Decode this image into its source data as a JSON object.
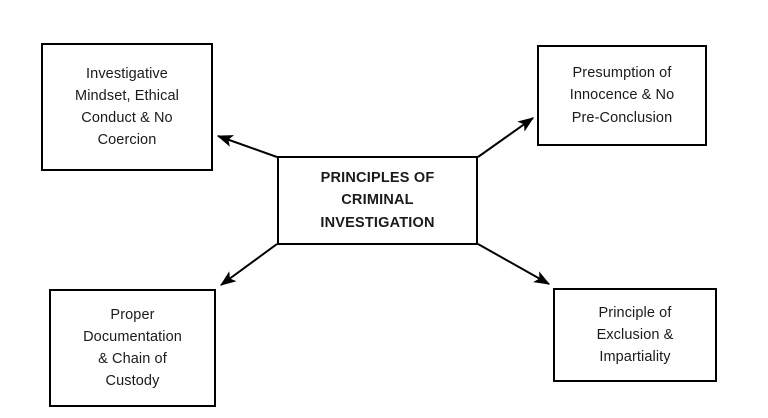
{
  "diagram": {
    "title": "PRINCIPLES OF CRIMINAL INVESTIGATION",
    "type": "radial-concept-map",
    "background_color": "#ffffff",
    "line_color": "#000000",
    "text_color": "#1a1a1a",
    "center": {
      "id": "principles-of-criminal-investigation",
      "label": "PRINCIPLES OF\nCRIMINAL\nINVESTIGATION",
      "bold": true
    },
    "nodes": [
      {
        "id": "investigative-mindset",
        "position": "top-left",
        "label": "Investigative\nMindset, Ethical\nConduct & No\nCoercion"
      },
      {
        "id": "presumption-of-innocence",
        "position": "top-right",
        "label": "Presumption of\nInnocence & No\nPre-Conclusion"
      },
      {
        "id": "proper-documentation",
        "position": "bottom-left",
        "label": "Proper\nDocumentation\n& Chain of\nCustody"
      },
      {
        "id": "principle-of-exclusion",
        "position": "bottom-right",
        "label": "Principle of\nExclusion &\nImpartiality"
      }
    ],
    "connectors": [
      {
        "id": "center-to-investigative-mindset",
        "from": "principles-of-criminal-investigation",
        "to": "investigative-mindset",
        "arrowhead": "to"
      },
      {
        "id": "center-to-presumption-of-innocence",
        "from": "principles-of-criminal-investigation",
        "to": "presumption-of-innocence",
        "arrowhead": "to"
      },
      {
        "id": "center-to-proper-documentation",
        "from": "principles-of-criminal-investigation",
        "to": "proper-documentation",
        "arrowhead": "to"
      },
      {
        "id": "center-to-principle-of-exclusion",
        "from": "principles-of-criminal-investigation",
        "to": "principle-of-exclusion",
        "arrowhead": "to"
      }
    ]
  }
}
